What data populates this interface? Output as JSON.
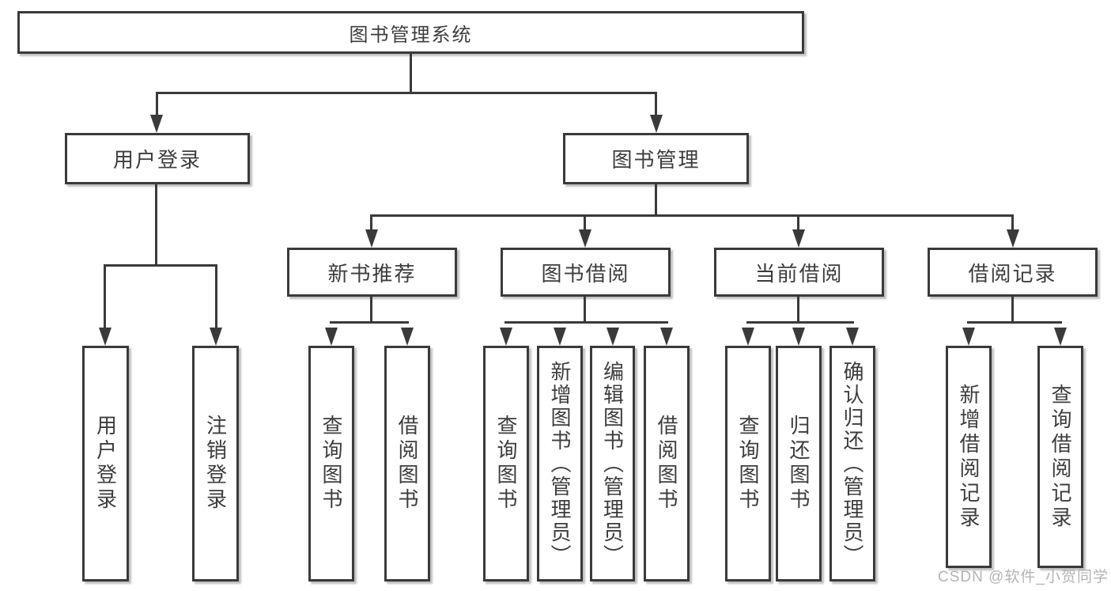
{
  "colors": {
    "line": "#3a3a3a",
    "box_fill": "#ffffff",
    "text": "#3d3d3d",
    "watermark": "#b4b4b4"
  },
  "watermark": {
    "text": "CSDN @软件_小贺同学"
  },
  "diagram": {
    "root": {
      "label": "图书管理系统"
    },
    "branches": [
      {
        "label": "用户登录",
        "children": [
          {
            "label": "用户登录"
          },
          {
            "label": "注销登录"
          }
        ]
      },
      {
        "label": "图书管理",
        "children": [
          {
            "label": "新书推荐",
            "children": [
              {
                "label": "查询图书"
              },
              {
                "label": "借阅图书"
              }
            ]
          },
          {
            "label": "图书借阅",
            "children": [
              {
                "label": "查询图书"
              },
              {
                "label": "新增图书（管理员）"
              },
              {
                "label": "编辑图书（管理员）"
              },
              {
                "label": "借阅图书"
              }
            ]
          },
          {
            "label": "当前借阅",
            "children": [
              {
                "label": "查询图书"
              },
              {
                "label": "归还图书"
              },
              {
                "label": "确认归还（管理员）"
              }
            ]
          },
          {
            "label": "借阅记录",
            "children": [
              {
                "label": "新增借阅记录"
              },
              {
                "label": "查询借阅记录"
              }
            ]
          }
        ]
      }
    ]
  }
}
